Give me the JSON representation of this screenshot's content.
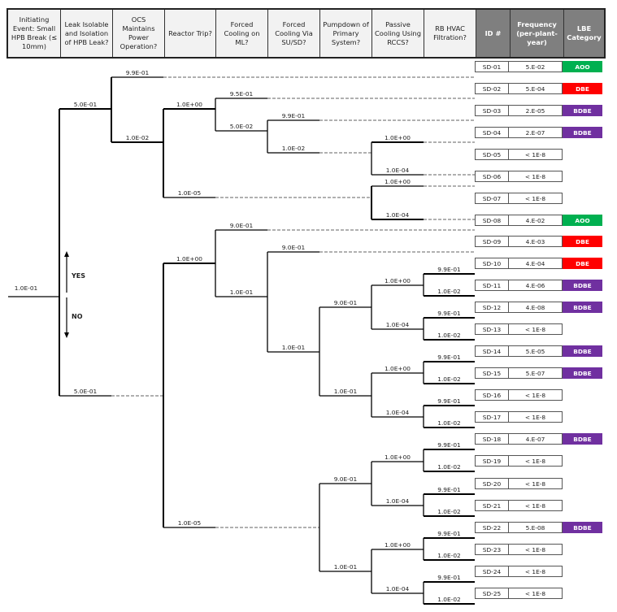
{
  "header": {
    "columns": [
      {
        "label": "Initiating Event: Small HPB Break (≤ 10mm)",
        "dark": false
      },
      {
        "label": "Leak Isolable and Isolation of HPB Leak?",
        "dark": false
      },
      {
        "label": "OCS Maintains Power Operation?",
        "dark": false
      },
      {
        "label": "Reactor Trip?",
        "dark": false
      },
      {
        "label": "Forced Cooling on ML?",
        "dark": false
      },
      {
        "label": "Forced Cooling Via SU/SD?",
        "dark": false
      },
      {
        "label": "Pumpdown of Primary System?",
        "dark": false
      },
      {
        "label": "Passive Cooling Using RCCS?",
        "dark": false
      },
      {
        "label": "RB HVAC Filtration?",
        "dark": false
      },
      {
        "label": "ID #",
        "dark": true
      },
      {
        "label": "Frequency (per-plant-year)",
        "dark": true
      },
      {
        "label": "LBE Category",
        "dark": true
      }
    ]
  },
  "legend": {
    "yes": "YES",
    "no": "NO"
  },
  "colors": {
    "AOO": "#00b050",
    "DBE": "#ff0000",
    "BDBE": "#7030a0",
    "line": "#000000",
    "dashed": "#808080"
  },
  "tree": {
    "initiating_frequency": "1.0E-01",
    "branch_labels": [
      {
        "id": "b1",
        "text": "5.0E-01"
      },
      {
        "id": "b2",
        "text": "9.9E-01"
      },
      {
        "id": "b3",
        "text": "1.0E-02"
      },
      {
        "id": "b4",
        "text": "1.0E+00"
      },
      {
        "id": "b5",
        "text": "1.0E-05"
      },
      {
        "id": "b6",
        "text": "9.5E-01"
      },
      {
        "id": "b7",
        "text": "5.0E-02"
      },
      {
        "id": "b8",
        "text": "9.9E-01"
      },
      {
        "id": "b9",
        "text": "1.0E-02"
      },
      {
        "id": "b10",
        "text": "1.0E+00"
      },
      {
        "id": "b11",
        "text": "1.0E-04"
      },
      {
        "id": "b12",
        "text": "1.0E+00"
      },
      {
        "id": "b13",
        "text": "1.0E-04"
      },
      {
        "id": "b14",
        "text": "5.0E-01"
      },
      {
        "id": "b15",
        "text": "1.0E+00"
      },
      {
        "id": "b16",
        "text": "1.0E-05"
      },
      {
        "id": "b17",
        "text": "9.0E-01"
      },
      {
        "id": "b18",
        "text": "1.0E-01"
      },
      {
        "id": "b19",
        "text": "9.0E-01"
      },
      {
        "id": "b20",
        "text": "1.0E-01"
      },
      {
        "id": "b21",
        "text": "9.0E-01"
      },
      {
        "id": "b22",
        "text": "1.0E-01"
      },
      {
        "id": "b23",
        "text": "1.0E+00"
      },
      {
        "id": "b24",
        "text": "1.0E-04"
      },
      {
        "id": "b25",
        "text": "9.9E-01"
      },
      {
        "id": "b26",
        "text": "1.0E-02"
      },
      {
        "id": "b27",
        "text": "9.9E-01"
      },
      {
        "id": "b28",
        "text": "1.0E-02"
      },
      {
        "id": "b29",
        "text": "1.0E+00"
      },
      {
        "id": "b30",
        "text": "1.0E-04"
      },
      {
        "id": "b31",
        "text": "9.9E-01"
      },
      {
        "id": "b32",
        "text": "1.0E-02"
      },
      {
        "id": "b33",
        "text": "9.9E-01"
      },
      {
        "id": "b34",
        "text": "1.0E-02"
      },
      {
        "id": "b35",
        "text": "9.0E-01"
      },
      {
        "id": "b36",
        "text": "1.0E-01"
      },
      {
        "id": "b37",
        "text": "1.0E+00"
      },
      {
        "id": "b38",
        "text": "1.0E-04"
      },
      {
        "id": "b39",
        "text": "9.9E-01"
      },
      {
        "id": "b40",
        "text": "1.0E-02"
      },
      {
        "id": "b41",
        "text": "9.9E-01"
      },
      {
        "id": "b42",
        "text": "1.0E-02"
      },
      {
        "id": "b43",
        "text": "1.0E+00"
      },
      {
        "id": "b44",
        "text": "1.0E-04"
      },
      {
        "id": "b45",
        "text": "9.9E-01"
      },
      {
        "id": "b46",
        "text": "1.0E-02"
      },
      {
        "id": "b47",
        "text": "9.9E-01"
      },
      {
        "id": "b48",
        "text": "1.0E-02"
      }
    ]
  },
  "sequences": [
    {
      "id": "SD-01",
      "frequency": "5.E-02",
      "category": "AOO"
    },
    {
      "id": "SD-02",
      "frequency": "5.E-04",
      "category": "DBE"
    },
    {
      "id": "SD-03",
      "frequency": "2.E-05",
      "category": "BDBE"
    },
    {
      "id": "SD-04",
      "frequency": "2.E-07",
      "category": "BDBE"
    },
    {
      "id": "SD-05",
      "frequency": "< 1E-8",
      "category": ""
    },
    {
      "id": "SD-06",
      "frequency": "< 1E-8",
      "category": ""
    },
    {
      "id": "SD-07",
      "frequency": "< 1E-8",
      "category": ""
    },
    {
      "id": "SD-08",
      "frequency": "4.E-02",
      "category": "AOO"
    },
    {
      "id": "SD-09",
      "frequency": "4.E-03",
      "category": "DBE"
    },
    {
      "id": "SD-10",
      "frequency": "4.E-04",
      "category": "DBE"
    },
    {
      "id": "SD-11",
      "frequency": "4.E-06",
      "category": "BDBE"
    },
    {
      "id": "SD-12",
      "frequency": "4.E-08",
      "category": "BDBE"
    },
    {
      "id": "SD-13",
      "frequency": "< 1E-8",
      "category": ""
    },
    {
      "id": "SD-14",
      "frequency": "5.E-05",
      "category": "BDBE"
    },
    {
      "id": "SD-15",
      "frequency": "5.E-07",
      "category": "BDBE"
    },
    {
      "id": "SD-16",
      "frequency": "< 1E-8",
      "category": ""
    },
    {
      "id": "SD-17",
      "frequency": "< 1E-8",
      "category": ""
    },
    {
      "id": "SD-18",
      "frequency": "4.E-07",
      "category": "BDBE"
    },
    {
      "id": "SD-19",
      "frequency": "< 1E-8",
      "category": ""
    },
    {
      "id": "SD-20",
      "frequency": "< 1E-8",
      "category": ""
    },
    {
      "id": "SD-21",
      "frequency": "< 1E-8",
      "category": ""
    },
    {
      "id": "SD-22",
      "frequency": "5.E-08",
      "category": "BDBE"
    },
    {
      "id": "SD-23",
      "frequency": "< 1E-8",
      "category": ""
    },
    {
      "id": "SD-24",
      "frequency": "< 1E-8",
      "category": ""
    },
    {
      "id": "SD-25",
      "frequency": "< 1E-8",
      "category": ""
    }
  ]
}
